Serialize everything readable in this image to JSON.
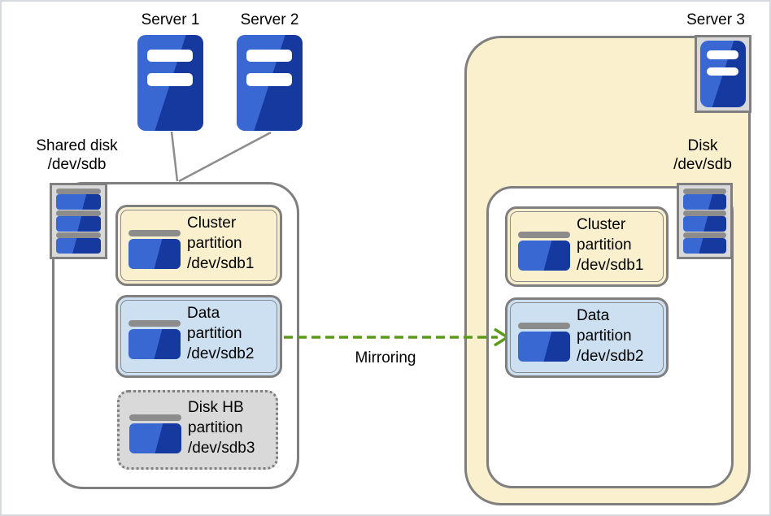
{
  "labels": {
    "server1": "Server 1",
    "server2": "Server 2",
    "server3": "Server 3",
    "mirroring": "Mirroring"
  },
  "shared_disk_label": {
    "line1": "Shared disk",
    "line2": "/dev/sdb"
  },
  "right_disk_label": {
    "line1": "Disk",
    "line2": "/dev/sdb"
  },
  "partitions": {
    "left": [
      {
        "line1": "Cluster",
        "line2": "partition",
        "line3": "/dev/sdb1"
      },
      {
        "line1": "Data",
        "line2": "partition",
        "line3": "/dev/sdb2"
      },
      {
        "line1": "Disk HB",
        "line2": "partition",
        "line3": "/dev/sdb3"
      }
    ],
    "right": [
      {
        "line1": "Cluster",
        "line2": "partition",
        "line3": "/dev/sdb1"
      },
      {
        "line1": "Data",
        "line2": "partition",
        "line3": "/dev/sdb2"
      }
    ]
  },
  "colors": {
    "server_blue_light": "#3A68D3",
    "server_blue_dark": "#16399F",
    "cluster_partition_fill": "#FAF0CD",
    "data_partition_fill": "#CCE0F2",
    "diskhb_partition_fill": "#D9D9D9",
    "container_tan_fill": "#FAF0CD",
    "border_gray": "#7F7F7F",
    "mirroring_green": "#5A9B19"
  }
}
